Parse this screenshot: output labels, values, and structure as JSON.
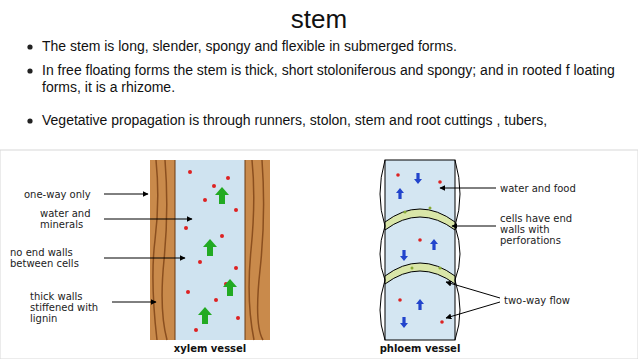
{
  "diagram": {
    "title": "stem",
    "labels": [
      "The stem is long, slender, spongy and flexible in submerged forms.",
      "In free floating forms the stem is thick, short stoloniferous and spongy; and in rooted f loating forms, it is a rhizome.",
      "Vegetative propagation is through runners, stolon, stem and root cuttings , tubers,",
      "one-way only",
      "water and minerals",
      "no end walls between cells",
      "thick walls stiffened with lignin",
      "xylem vessel",
      "water and food",
      "cells have end walls with perforations",
      "two-way flow",
      "phloem vessel"
    ]
  }
}
